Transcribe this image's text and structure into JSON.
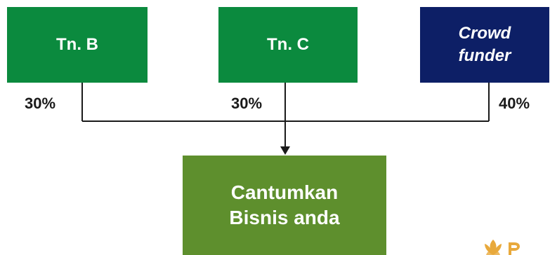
{
  "nodes": {
    "b": {
      "label": "Tn. B",
      "share": "30%"
    },
    "c": {
      "label": "Tn. C",
      "share": "30%"
    },
    "crowd": {
      "label_line1": "Crowd",
      "label_line2": "funder",
      "share": "40%"
    },
    "result": {
      "line1": "Cantumkan",
      "line2": "Bisnis anda"
    }
  },
  "colors": {
    "green": "#0b8a3e",
    "navy": "#0d1f66",
    "olive": "#5e8f2d",
    "connector": "#1a1a1a",
    "logo": "#e8a93c"
  },
  "icons": {
    "logo": "lotus-logo-icon"
  }
}
